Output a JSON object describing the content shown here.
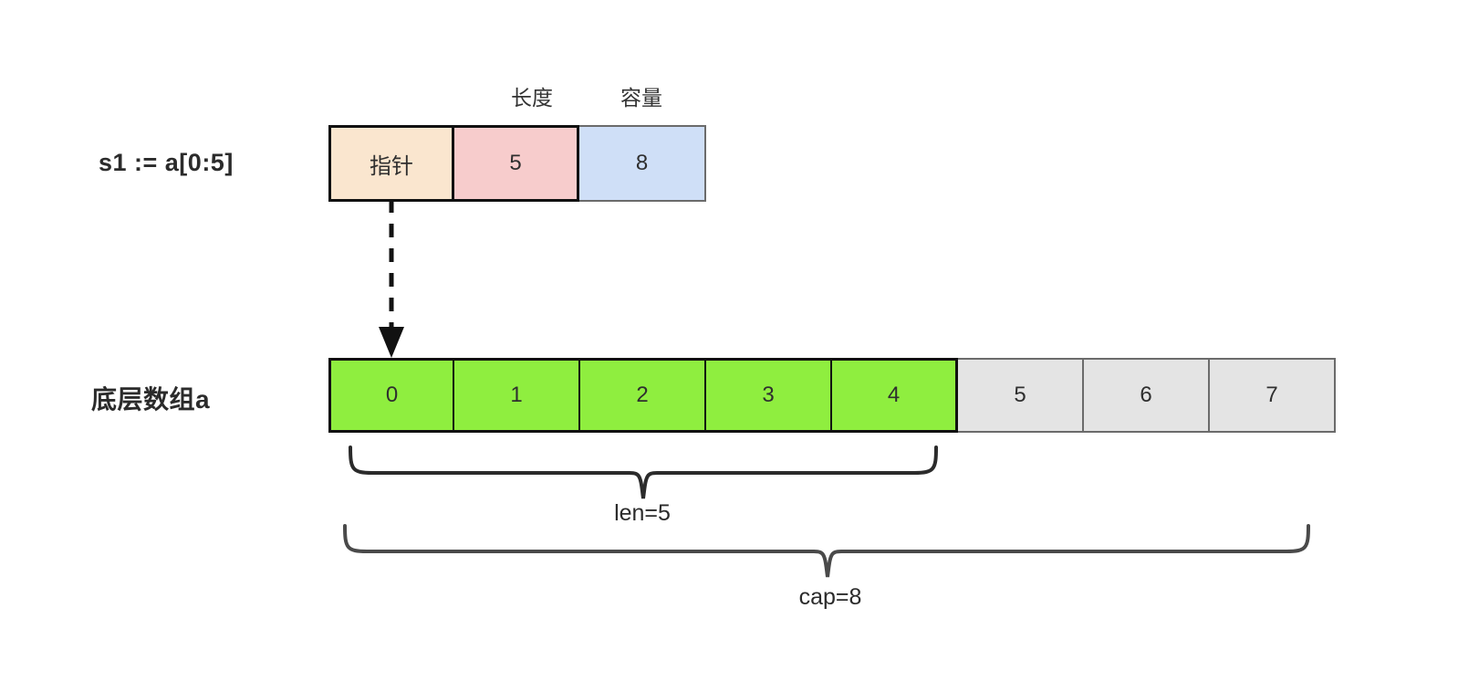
{
  "diagram": {
    "title": "Go slice s1 := a[0:5] over underlying array a",
    "rows": {
      "slice_label": "s1 := a[0:5]",
      "array_label": "底层数组a"
    },
    "captions": {
      "length": "长度",
      "capacity": "容量"
    },
    "slice_header": {
      "pointer": {
        "text": "指针",
        "color": "#fae6cf",
        "border": "#111111"
      },
      "length": {
        "text": "5",
        "color": "#f7cccc",
        "border": "#111111"
      },
      "capacity": {
        "text": "8",
        "color": "#cfdff7",
        "border": "#6b6b6b"
      }
    },
    "array": {
      "cells": [
        {
          "text": "0",
          "state": "used"
        },
        {
          "text": "1",
          "state": "used"
        },
        {
          "text": "2",
          "state": "used"
        },
        {
          "text": "3",
          "state": "used"
        },
        {
          "text": "4",
          "state": "used"
        },
        {
          "text": "5",
          "state": "free"
        },
        {
          "text": "6",
          "state": "free"
        },
        {
          "text": "7",
          "state": "free"
        }
      ],
      "used_color": "#8fee3f",
      "free_color": "#e4e4e4"
    },
    "braces": {
      "len_label": "len=5",
      "cap_label": "cap=8"
    },
    "pointer_arrow": {
      "style": "dashed",
      "from": "指针",
      "to": "0"
    }
  }
}
